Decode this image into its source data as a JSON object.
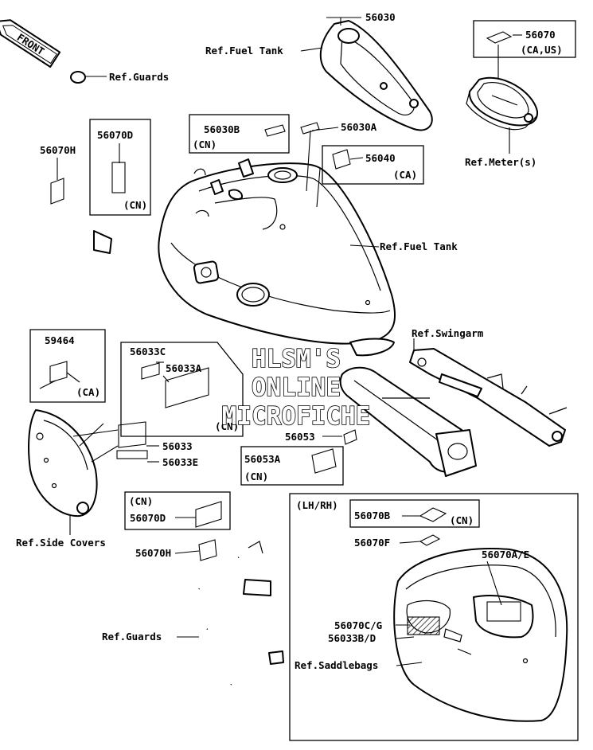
{
  "front_marker": "FRONT",
  "watermark": [
    "HLSM'S",
    "ONLINE",
    "MICROFICHE"
  ],
  "labels": {
    "l_56030": "56030",
    "l_ref_fuel_tank_top": "Ref.Fuel Tank",
    "l_56070_meter": "56070",
    "l_ca_us": "(CA,US)",
    "l_ref_meter": "Ref.Meter(s)",
    "l_ref_guards_top": "Ref.Guards",
    "l_56070H_left": "56070H",
    "l_56070D_box": "56070D",
    "l_cn_box_d": "(CN)",
    "l_56030B": "56030B",
    "l_cn_56030b": "(CN)",
    "l_56030A": "56030A",
    "l_56040": "56040",
    "l_ca_56040": "(CA)",
    "l_ref_fuel_tank_main": "Ref.Fuel Tank",
    "l_59464": "59464",
    "l_ca_59464": "(CA)",
    "l_56033C": "56033C",
    "l_56033A": "56033A",
    "l_cn_56033": "(CN)",
    "l_56033": "56033",
    "l_56033E": "56033E",
    "l_ref_side_covers": "Ref.Side Covers",
    "l_ref_swingarm": "Ref.Swingarm",
    "l_56053": "56053",
    "l_56053A": "56053A",
    "l_cn_56053a": "(CN)",
    "l_cn_56070d_lower": "(CN)",
    "l_56070D_lower": "56070D",
    "l_56070H_lower": "56070H",
    "l_ref_guards_lower": "Ref.Guards",
    "l_lh_rh": "(LH/RH)",
    "l_56070B": "56070B",
    "l_cn_56070b": "(CN)",
    "l_56070F": "56070F",
    "l_56070AE": "56070A/E",
    "l_56070CG": "56070C/G",
    "l_56033BD": "56033B/D",
    "l_ref_saddlebags": "Ref.Saddlebags"
  }
}
